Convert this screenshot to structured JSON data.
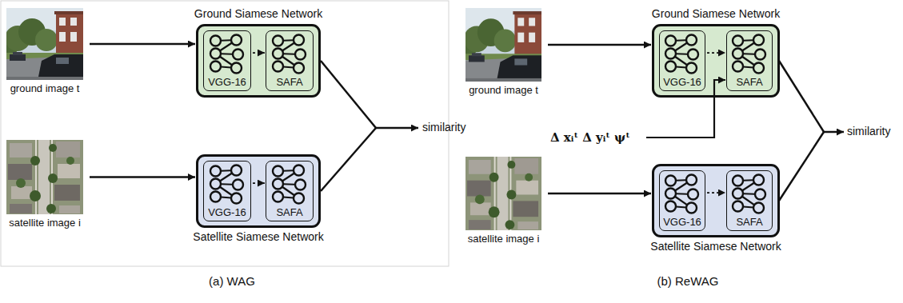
{
  "diagram": {
    "nodes": [
      {
        "text": [
          "ground image t"
        ]
      },
      {
        "text": [
          "Ground Siamese Network"
        ]
      },
      {
        "text": [
          "VGG-16"
        ],
        "in": 1
      },
      {
        "text": [
          "SAFA"
        ],
        "in": 1
      },
      {
        "text": [
          "satellite image i"
        ]
      },
      {
        "text": [
          "Satellite Siamese Network"
        ]
      },
      {
        "text": [
          "VGG-16"
        ],
        "in": 5
      },
      {
        "text": [
          "SAFA"
        ],
        "in": 5
      },
      {
        "text": [
          "ground image t"
        ]
      },
      {
        "text": [
          "Ground Siamese Network"
        ]
      },
      {
        "text": [
          "VGG-16"
        ],
        "in": 9
      },
      {
        "text": [
          "SAFA"
        ],
        "in": 9
      },
      {
        "text": [
          "satellite image i"
        ]
      },
      {
        "text": [
          "Satellite Siamese Network"
        ]
      },
      {
        "text": [
          "VGG-16"
        ],
        "in": 13
      },
      {
        "text": [
          "SAFA"
        ],
        "in": 13
      }
    ],
    "edges": [
      {
        "from": 0,
        "to": 1,
        "arrow": "to"
      },
      {
        "from": 2,
        "to": 3,
        "arrow": "to"
      },
      {
        "from": 4,
        "to": 5,
        "arrow": "to"
      },
      {
        "from": 6,
        "to": 7,
        "arrow": "to"
      },
      {
        "from": 8,
        "to": 9,
        "arrow": "to"
      },
      {
        "from": 10,
        "to": 11,
        "arrow": "to"
      },
      {
        "from": 12,
        "to": 13,
        "arrow": "to"
      },
      {
        "from": 14,
        "to": 15,
        "arrow": "to"
      }
    ],
    "labels": [
      "similarity",
      "(a) WAG",
      "Δ xᵢᵗ Δ yᵢᵗ ψᵗ",
      "similarity",
      "(b) ReWAG"
    ]
  }
}
